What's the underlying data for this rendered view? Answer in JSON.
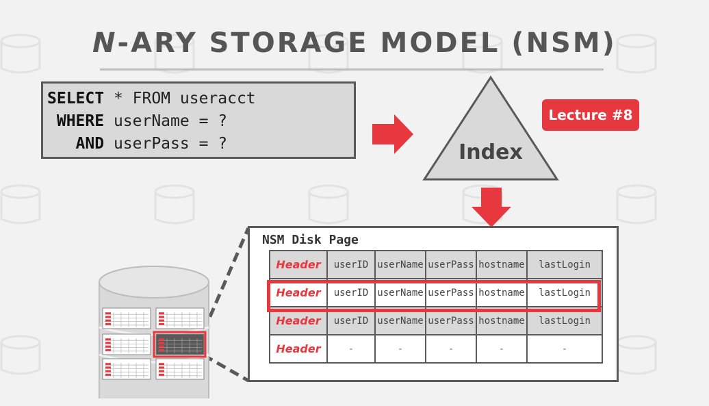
{
  "title": {
    "italic_part": "N",
    "rest": "-ARY STORAGE MODEL (NSM)"
  },
  "sql": {
    "lines": [
      {
        "kw": "SELECT",
        "rest": " * FROM useracct"
      },
      {
        "kw": " WHERE",
        "rest": " userName = ?"
      },
      {
        "kw": "   AND",
        "rest": " userPass = ?"
      }
    ]
  },
  "index_label": "Index",
  "lecture_badge": "Lecture #8",
  "disk_page": {
    "title": "NSM Disk Page",
    "highlighted_row": 1,
    "rows": [
      {
        "header": "Header",
        "cells": [
          "userID",
          "userName",
          "userPass",
          "hostname",
          "lastLogin"
        ]
      },
      {
        "header": "Header",
        "cells": [
          "userID",
          "userName",
          "userPass",
          "hostname",
          "lastLogin"
        ]
      },
      {
        "header": "Header",
        "cells": [
          "userID",
          "userName",
          "userPass",
          "hostname",
          "lastLogin"
        ]
      },
      {
        "header": "Header",
        "cells": [
          "-",
          "-",
          "-",
          "-",
          "-"
        ]
      }
    ]
  },
  "colors": {
    "accent": "#e8383f",
    "frame": "#595959",
    "shade": "#d9d9d9",
    "title": "#555555"
  }
}
